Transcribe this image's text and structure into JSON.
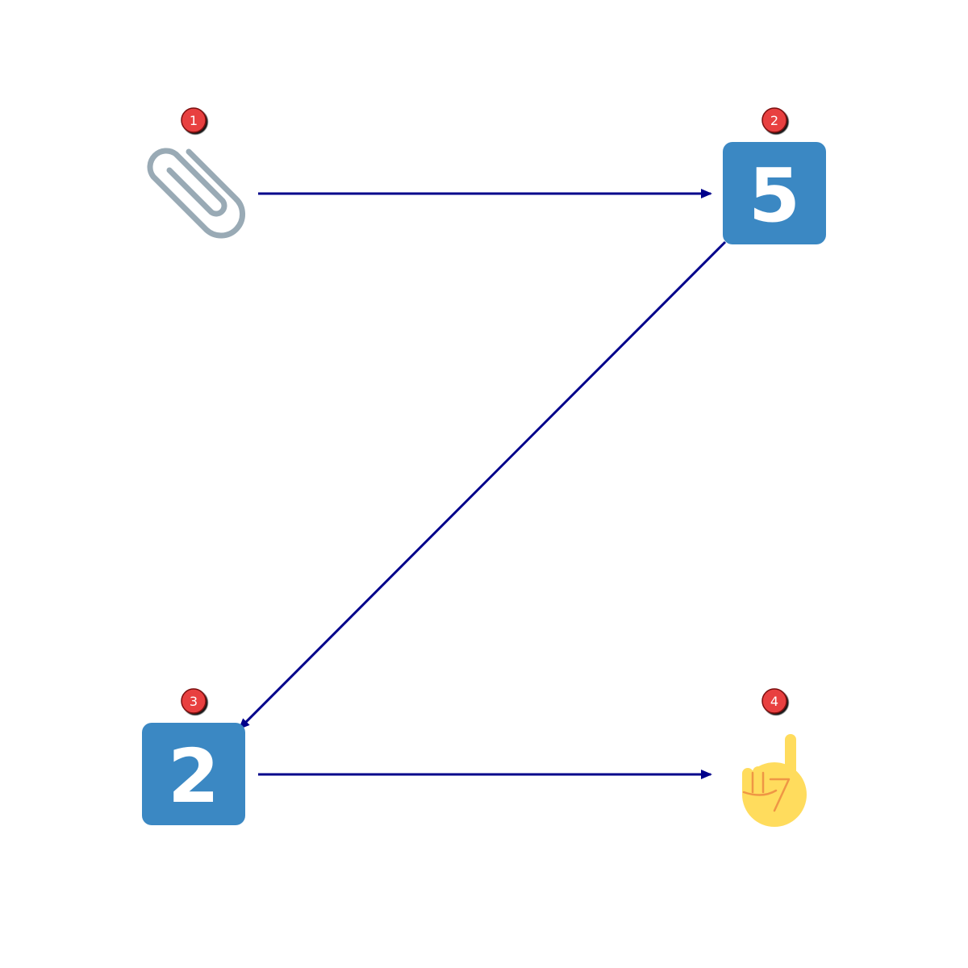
{
  "colors": {
    "badge_fill": "#e84040",
    "badge_stroke": "#7a1010",
    "tile_fill": "#3b88c3",
    "arrow": "#00008b",
    "paperclip": "#99aab5",
    "hand": "#ffdc5d",
    "hand_lines": "#ef9645"
  },
  "nodes": [
    {
      "badge": "1",
      "icon": "paperclip-icon",
      "label": ""
    },
    {
      "badge": "2",
      "icon": "keycap-5-icon",
      "label": "5"
    },
    {
      "badge": "3",
      "icon": "keycap-2-icon",
      "label": "2"
    },
    {
      "badge": "4",
      "icon": "index-pointing-up-icon",
      "label": ""
    }
  ],
  "edges": [
    {
      "from": "1",
      "to": "2"
    },
    {
      "from": "2",
      "to": "3"
    },
    {
      "from": "3",
      "to": "4"
    }
  ]
}
